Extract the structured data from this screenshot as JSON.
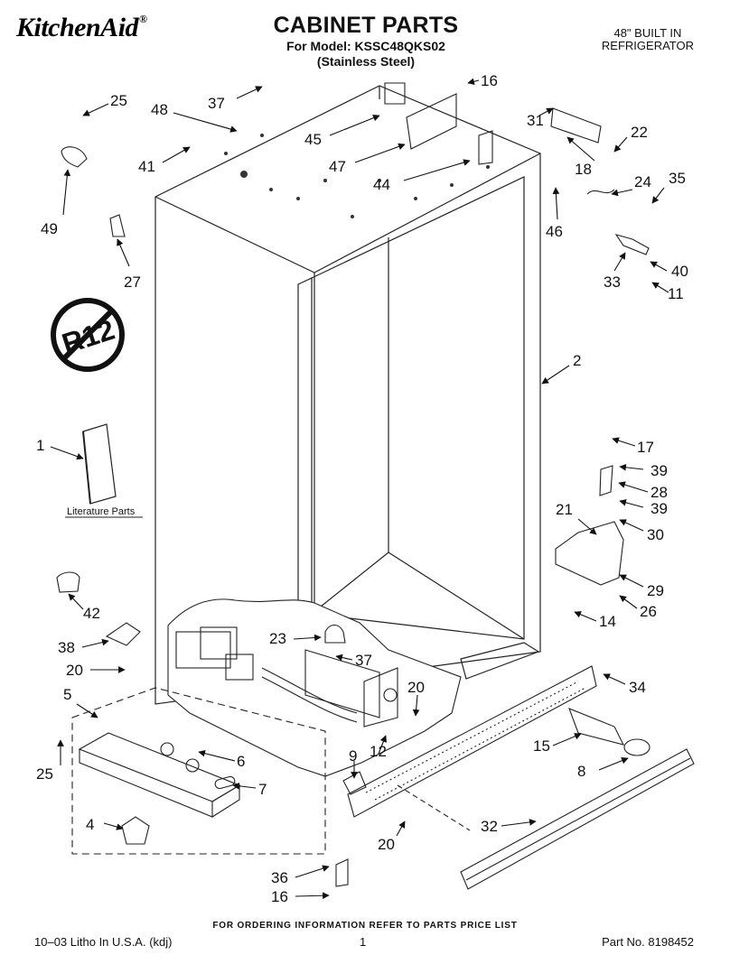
{
  "header": {
    "brand": "KitchenAid",
    "brand_reg": "®",
    "title": "CABINET PARTS",
    "model_line": "For Model: KSSC48QKS02",
    "finish_line": "(Stainless Steel)",
    "product_line1": "48\" BUILT IN",
    "product_line2": "REFRIGERATOR"
  },
  "badge": {
    "text": "R12"
  },
  "literature": {
    "label": "Literature Parts"
  },
  "callouts": {
    "c25a": "25",
    "c48": "48",
    "c37a": "37",
    "c16a": "16",
    "c31": "31",
    "c22": "22",
    "c45": "45",
    "c41": "41",
    "c47": "47",
    "c44": "44",
    "c18": "18",
    "c24": "24",
    "c35": "35",
    "c49": "49",
    "c27": "27",
    "c46": "46",
    "c33": "33",
    "c40": "40",
    "c11": "11",
    "c2": "2",
    "c1": "1",
    "c17": "17",
    "c39a": "39",
    "c28": "28",
    "c39b": "39",
    "c21": "21",
    "c30": "30",
    "c29": "29",
    "c26": "26",
    "c42": "42",
    "c14": "14",
    "c38": "38",
    "c23": "23",
    "c37b": "37",
    "c20a": "20",
    "c34": "34",
    "c5": "5",
    "c20b": "20",
    "c15": "15",
    "c6": "6",
    "c9": "9",
    "c12": "12",
    "c25b": "25",
    "c8": "8",
    "c7": "7",
    "c4": "4",
    "c32": "32",
    "c20c": "20",
    "c36": "36",
    "c16b": "16"
  },
  "footer": {
    "ordering": "FOR ORDERING INFORMATION REFER TO PARTS PRICE LIST",
    "litho": "10–03 Litho In U.S.A. (kdj)",
    "page": "1",
    "part_no": "Part No. 8198452"
  }
}
